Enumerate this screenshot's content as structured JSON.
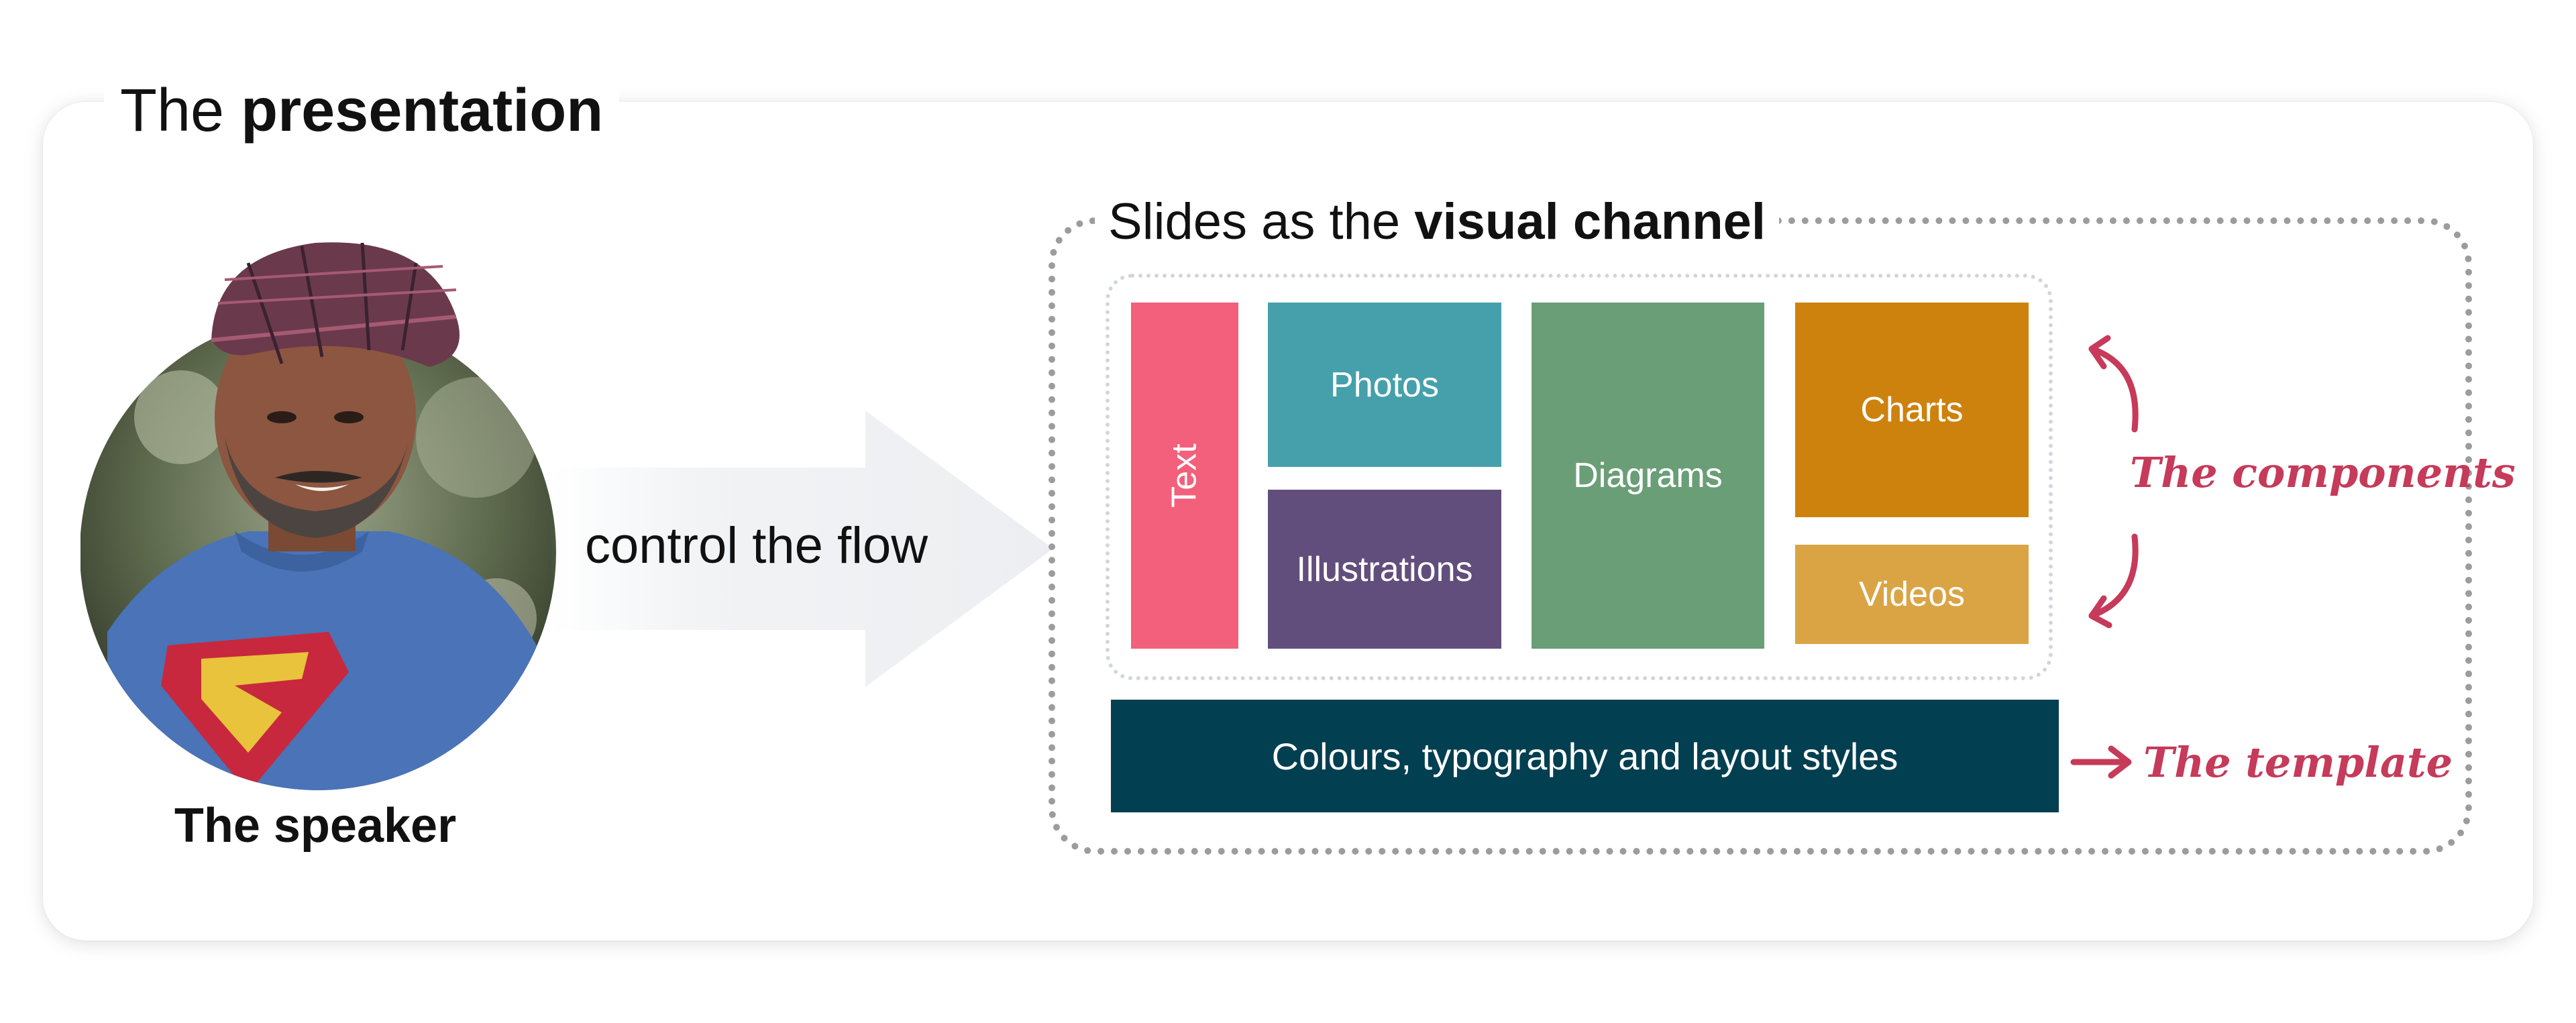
{
  "title": {
    "prefix": "The",
    "bold": "presentation"
  },
  "speaker": {
    "label": "The speaker"
  },
  "flow": {
    "label": "control the flow"
  },
  "visual_channel": {
    "title_prefix": "Slides as the",
    "title_bold": "visual channel",
    "components": [
      {
        "key": "text",
        "label": "Text",
        "color": "#f3607b"
      },
      {
        "key": "photos",
        "label": "Photos",
        "color": "#45a0ab"
      },
      {
        "key": "illustrations",
        "label": "Illustrations",
        "color": "#624e7c"
      },
      {
        "key": "diagrams",
        "label": "Diagrams",
        "color": "#6a9e77"
      },
      {
        "key": "charts",
        "label": "Charts",
        "color": "#cd820e"
      },
      {
        "key": "videos",
        "label": "Videos",
        "color": "#daa445"
      }
    ],
    "template_bar": {
      "label": "Colours, typography and layout styles",
      "color": "#023f50"
    }
  },
  "annotations": {
    "components": "The components",
    "template": "The template",
    "color": "#c63a5a"
  }
}
